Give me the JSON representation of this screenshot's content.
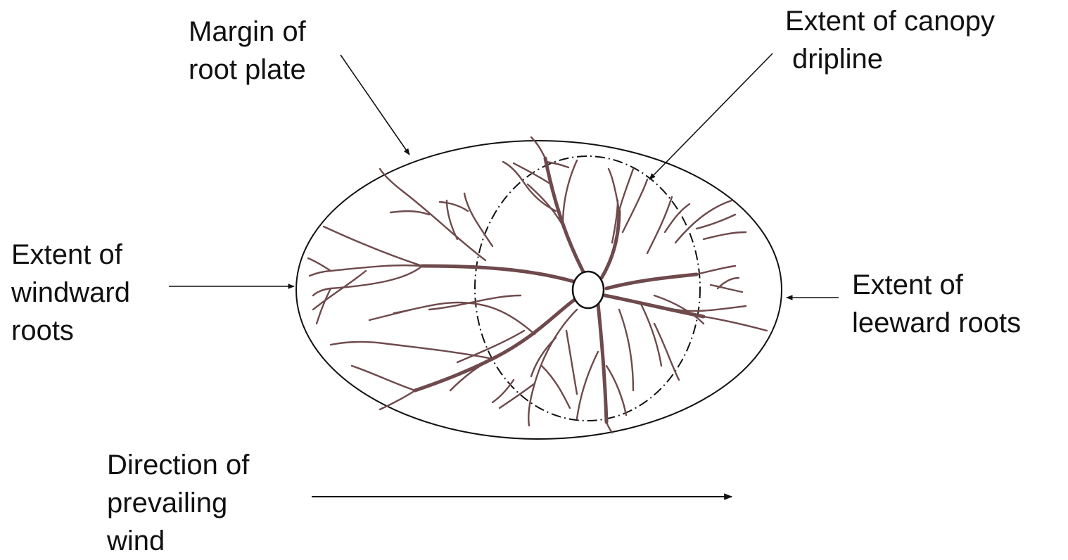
{
  "labels": {
    "margin_root_plate": [
      "Margin of",
      "root plate"
    ],
    "canopy_dripline": [
      "Extent of canopy",
      "dripline"
    ],
    "windward_roots": [
      "Extent of",
      "windward",
      "roots"
    ],
    "leeward_roots": [
      "Extent of",
      "leeward roots"
    ],
    "prevailing_wind": [
      "Direction of",
      "prevailing",
      "wind"
    ]
  },
  "colors": {
    "outline": "#111111",
    "roots": "#6e4a4c",
    "background": "#ffffff"
  }
}
